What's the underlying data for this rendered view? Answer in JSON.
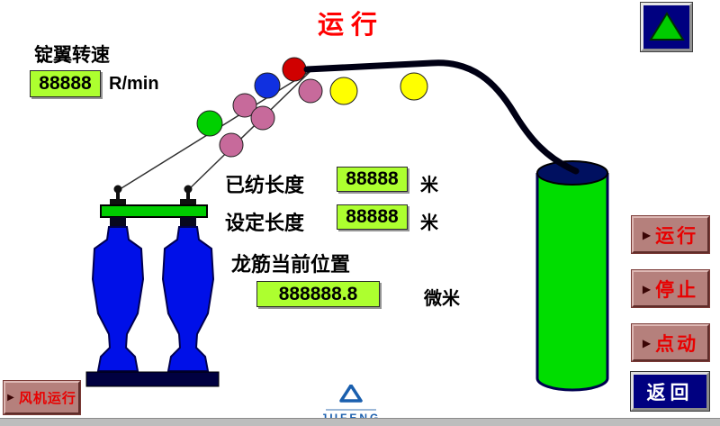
{
  "title": "运行",
  "readouts": {
    "spindle_speed": {
      "label": "锭翼转速",
      "value": "88888",
      "unit": "R/min"
    },
    "spun_length": {
      "label": "已纺长度",
      "value": "88888",
      "unit": "米"
    },
    "set_length": {
      "label": "设定长度",
      "value": "88888",
      "unit": "米"
    },
    "rail_position": {
      "label": "龙筋当前位置",
      "value": "888888.8",
      "unit": "微米"
    }
  },
  "buttons": {
    "run": {
      "label": "运行"
    },
    "stop": {
      "label": "停止"
    },
    "jog": {
      "label": "点动"
    },
    "back": {
      "label": "返回"
    },
    "fan": {
      "label": "风机运行"
    }
  },
  "logo": {
    "text": "JUFENG"
  },
  "icons": {
    "play": "▶",
    "up_arrow": "up-arrow"
  },
  "colors": {
    "title_red": "#ff0000",
    "value_box_bg": "#adff2f",
    "button_face": "#b5807c",
    "button_text": "#e80000",
    "navy": "#000080",
    "cylinder_green": "#00dd00",
    "bobbin_blue": "#0010e8",
    "yarn_pink": "#c76a9b",
    "yarn_yellow": "#ffff00",
    "yarn_green": "#00d000",
    "yarn_blue": "#1030e0",
    "yarn_red": "#d00000"
  }
}
